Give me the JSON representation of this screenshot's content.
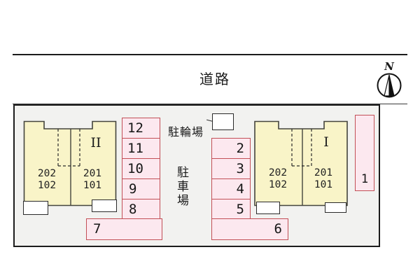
{
  "road": {
    "label": "道路"
  },
  "compass": {
    "north": "N"
  },
  "bicycle": {
    "label": "駐輪場"
  },
  "parking": {
    "area_label": "駐車場",
    "column_left": [
      "12",
      "11",
      "10",
      "9",
      "8"
    ],
    "column_middle": [
      "2",
      "3",
      "4",
      "5"
    ],
    "wide_bottom_left": "7",
    "wide_bottom_middle": "6",
    "vertical_right": "1"
  },
  "buildings": {
    "left": {
      "label": "II",
      "unit_left_top": "202",
      "unit_left_bottom": "102",
      "unit_right_top": "201",
      "unit_right_bottom": "101"
    },
    "right": {
      "label": "I",
      "unit_left_top": "202",
      "unit_left_bottom": "102",
      "unit_right_top": "201",
      "unit_right_bottom": "101"
    }
  },
  "colors": {
    "site_bg": "#f2f2f0",
    "building_fill": "#f9f4c8",
    "building_stroke": "#44443c",
    "parking_fill": "#fce8ef",
    "parking_stroke": "#c24f56",
    "line": "#1c1c1c"
  }
}
